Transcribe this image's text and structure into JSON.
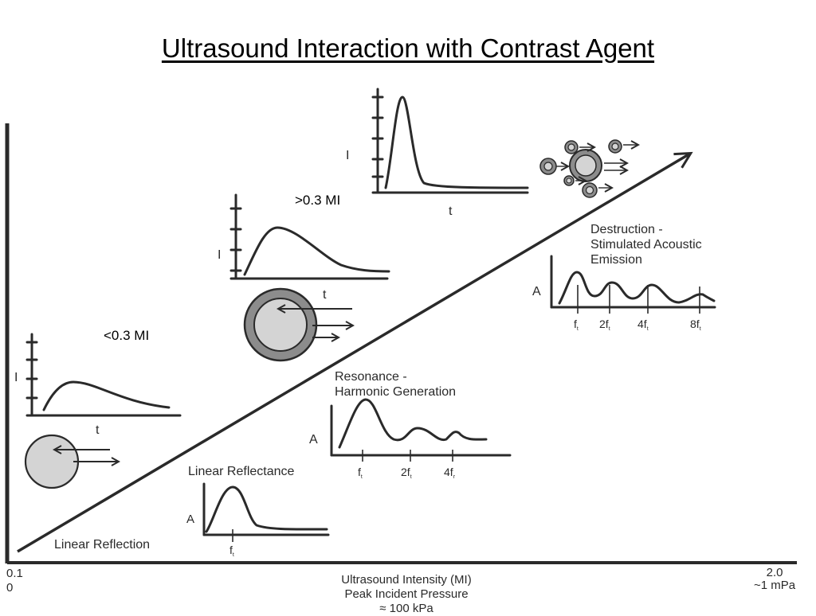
{
  "title": "Ultrasound Interaction with Contrast Agent",
  "regimes": {
    "low": "<0.3 MI",
    "high": ">0.3 MI"
  },
  "phenomena": {
    "linear_reflection": "Linear Reflection",
    "linear_reflectance": "Linear Reflectance",
    "resonance": [
      "Resonance -",
      "Harmonic Generation"
    ],
    "destruction": [
      "Destruction -",
      "Stimulated Acoustic",
      "Emission"
    ]
  },
  "graph_labels": {
    "intensity": "I",
    "time": "t",
    "amplitude": "A",
    "f0": "f",
    "f0_sub": "t",
    "f1": "f",
    "f1_sub": "t",
    "f2": "2f",
    "f2_sub": "t",
    "f4": "4f",
    "f4_sub": "r",
    "f2b": "2f",
    "f2b_sub": "t",
    "f4b": "4f",
    "f4b_sub": "t",
    "f8": "8f",
    "f8_sub": "t"
  },
  "axis": {
    "x_min_1": "0.1",
    "x_min_2": "0",
    "x_max_1": "2.0",
    "x_max_2": "~1 mPa",
    "x_label_1": "Ultrasound Intensity (MI)",
    "x_label_2": "Peak Incident Pressure",
    "x_label_3": "≈ 100 kPa"
  },
  "colors": {
    "ink": "#2a2a2a",
    "bubble_fill": "#d4d4d4",
    "bubble_ring": "#8c8c8c"
  }
}
